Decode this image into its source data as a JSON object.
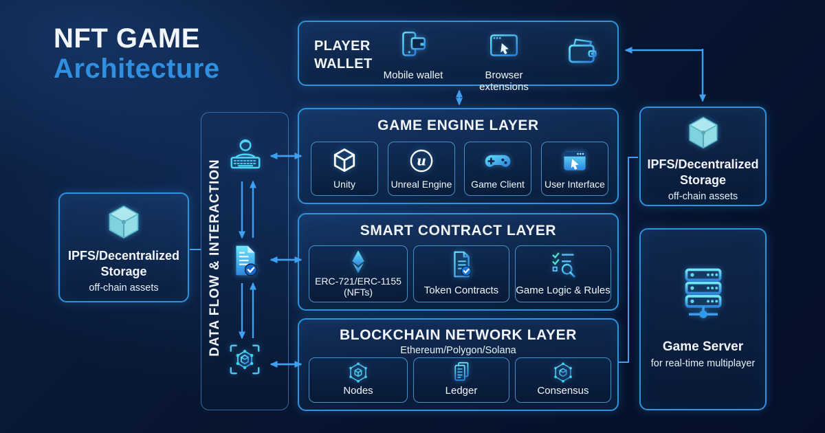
{
  "page": {
    "title_line1": "NFT GAME",
    "title_line2": "Architecture"
  },
  "colors": {
    "background": "#081631",
    "accent_blue": "#2f8fe0",
    "box_border": "#3093dd",
    "arrow": "#3f9ff0",
    "icon_cyan": "#4fc3ee",
    "text": "#f2f6fa"
  },
  "player_wallet": {
    "title": "PLAYER WALLET",
    "items": [
      {
        "label": "Mobile wallet",
        "icon": "mobile-wallet-icon"
      },
      {
        "label": "Browser extensions",
        "icon": "browser-extensions-icon"
      }
    ],
    "extra_icon": "wallet-icon"
  },
  "layers": {
    "game_engine": {
      "title": "GAME ENGINE LAYER",
      "items": [
        {
          "label": "Unity",
          "icon": "unity-icon"
        },
        {
          "label": "Unreal Engine",
          "icon": "unreal-engine-icon"
        },
        {
          "label": "Game Client",
          "icon": "gamepad-icon"
        },
        {
          "label": "User Interface",
          "icon": "ui-window-icon"
        }
      ]
    },
    "smart_contract": {
      "title": "SMART CONTRACT LAYER",
      "items": [
        {
          "label": "ERC-721/ERC-1155",
          "label2": "(NFTs)",
          "icon": "ethereum-icon"
        },
        {
          "label": "Token Contracts",
          "icon": "contract-check-icon"
        },
        {
          "label": "Game Logic & Rules",
          "icon": "logic-rules-icon"
        }
      ]
    },
    "blockchain": {
      "title": "BLOCKCHAIN NETWORK LAYER",
      "subtitle": "Ethereum/Polygon/Solana",
      "items": [
        {
          "label": "Nodes",
          "icon": "nodes-icon"
        },
        {
          "label": "Ledger",
          "icon": "ledger-icon"
        },
        {
          "label": "Consensus",
          "icon": "consensus-icon"
        }
      ]
    }
  },
  "left_ipfs": {
    "title": "IPFS/Decentralized Storage",
    "subtitle": "off-chain assets",
    "icon": "cube-icon"
  },
  "flow_panel": {
    "label": "DATA FLOW & INTERACTION",
    "icons": [
      "player-keyboard-icon",
      "document-verified-icon",
      "blockchain-scan-icon"
    ]
  },
  "right_ipfs": {
    "title": "IPFS/Decentralized Storage",
    "subtitle": "off-chain assets",
    "icon": "cube-icon"
  },
  "game_server": {
    "title": "Game Server",
    "subtitle": "for real-time multiplayer",
    "icon": "server-icon"
  },
  "icons": {
    "mobile-wallet-icon": "smartphone with wallet",
    "browser-extensions-icon": "browser window with cursor",
    "wallet-icon": "wallet with card and clasp",
    "unity-icon": "white 3d cube (Unity)",
    "unreal-engine-icon": "circle with stylized U (Unreal)",
    "gamepad-icon": "blue gamepad",
    "ui-window-icon": "window with cursor",
    "ethereum-icon": "ethereum diamond",
    "contract-check-icon": "document with check badge",
    "logic-rules-icon": "checklist with magnifier",
    "nodes-icon": "network ring with cube",
    "ledger-icon": "stacked documents",
    "consensus-icon": "network ring with cube",
    "cube-icon": "solid isometric cube",
    "player-keyboard-icon": "person at keyboard",
    "document-verified-icon": "document with check badge",
    "blockchain-scan-icon": "network cube in scan brackets",
    "server-icon": "server rack with node"
  }
}
